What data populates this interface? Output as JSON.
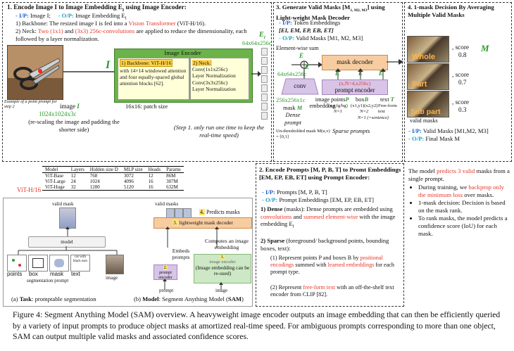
{
  "panel1": {
    "title": "1. Encode Image I to Image Embedding E",
    "title_sub": "I",
    "title_tail": " using Image Encoder:",
    "ip_label": "- I/P:",
    "ip_value": " Image I;",
    "op_label": "- O/P:",
    "op_value": " Image Embedding E",
    "op_sub": "I",
    "item1_prefix": "1)  Backbone: The resized image I is fed into a ",
    "item1_red": "Vision Transformer",
    "item1_tail": " (ViT-H/16).",
    "item2_prefix": "2)  Neck: ",
    "item2_red1": "Two (1x1)",
    "item2_and": " and ",
    "item2_red2": "(3x3) 256c-convolutions",
    "item2_tail": " are applied to reduce the dimensionality, each followed by a layer normalization.",
    "photo_caption": "Example of a point prompt for step 2",
    "image_label": "image",
    "image_I": "I",
    "image_size": "1024x1024x3c",
    "image_note": "(re-scaling the image and padding the shorter side)",
    "arrow_I": "I",
    "encoder_title": "Image Encoder",
    "backbone_title": "1) Backbone: ViT-H/16",
    "backbone_desc": "with 14×14 windowed attention and four equally-spaced global attention blocks [62].",
    "neck_title": "2) Neck:",
    "neck_l1": "Conv(1x1x256c)",
    "neck_l2": "Layer Normalization",
    "neck_l3": "Conv(3x3x256c)",
    "neck_l4": "Layer Normalization",
    "patch_size": "16x16: patch size",
    "step_note": "(Step 1. only run one time to keep the real-time speed)",
    "EI_label": "E",
    "EI_sub": "I",
    "emb_size": "64x64x256c"
  },
  "table": {
    "headers": [
      "Model",
      "Layers",
      "Hidden size D",
      "MLP size",
      "Heads",
      "Params"
    ],
    "rows": [
      [
        "ViT-Base",
        "12",
        "768",
        "3072",
        "12",
        "86M"
      ],
      [
        "ViT-Large",
        "24",
        "1024",
        "4096",
        "16",
        "307M"
      ],
      [
        "ViT-Huge",
        "32",
        "1280",
        "5120",
        "16",
        "632M"
      ]
    ],
    "highlight": "ViT-H/16"
  },
  "panel3": {
    "title": "3. Generate Valid Masks [M",
    "title_tail": "] using Light-weight Mask Decoder",
    "title_subs": "1, M2, M3",
    "ip_label": "- I/P:",
    "ip_value": " Token Embeddings",
    "ip_vars": "[E",
    "ip_vars_full": "[EI, EM, EP, EB, ET]",
    "op_label": "- O/P:",
    "op_value": " Valid Masks [M1, M2, M3]",
    "elementwise": "Element-wise sum",
    "mask_decoder": "mask decoder",
    "prompt_encoder": "prompt encoder",
    "prompt_dims": "(x,N=4,x256c)",
    "emb_size_bottom": "64x64x256c",
    "conv": "conv",
    "conv_dims": "256x256x1c",
    "mask_label": "mask",
    "mask_M": "M",
    "dense": "Dense",
    "dense_sub": "prompt",
    "unthresholded": "Un-thresholded mask M(u,v) = [0,1]",
    "image_embedding": "image embedding",
    "points": "points",
    "points_P": "P",
    "points_desc": "(x,y,fg/bg)",
    "points_N": "N=1",
    "box": "box",
    "box_B": "B",
    "box_desc": "(x1,y1)(x2,y2)",
    "box_N": "N=2",
    "text": "text",
    "text_T": "T",
    "text_desc": "Free-form text",
    "text_N": "N=1 (=sentence)",
    "sparse": "Sparse prompts",
    "EI": "E",
    "EM": "E",
    "EP": "E",
    "EB": "E",
    "ET": "E"
  },
  "panel4": {
    "title": "4. 1-mask Decision By Averaging Multiple Valid Masks",
    "m1": "M",
    "m2": "M",
    "m3": "M",
    "m_main": "M",
    "whole": "Whole",
    "part": "Part",
    "subpart": "Sub part",
    "score_label": ", score",
    "score1": "0.8",
    "score2": "0.7",
    "score3": "0.3",
    "valid_masks": "valid masks",
    "ip_label": "- I/P:",
    "ip_value": " Valid Masks [M1,M2, M3]",
    "op_label": "- O/P:",
    "op_value": " Final Mask M",
    "desc_prefix": "The model ",
    "desc_red": "predicts 3 valid",
    "desc_tail": " masks from a single prompt.",
    "b1_prefix": "During training, we ",
    "b1_red": "backprop only the minimum loss",
    "b1_tail": " over masks.",
    "b2": "1-mask decision: Decision is based on the mask rank.",
    "b3": "To rank masks, the model predicts a confidence score (IoU) for each mask."
  },
  "panel2": {
    "title": "2. Encode Prompts [M, P, B, T] to Promt Embeddings [EM, EP, EB, ET] using Prompt Encoder:",
    "ip_label": "- I/P:",
    "ip_value": " Prompts [M, P, B, T]",
    "op_label": "- O/P:",
    "op_value": " Prompt Embeddings [EM, EP, EB, ET]",
    "dense_head": "1) Dense",
    "dense_prefix": " (masks): Dense prompts are embedded using ",
    "dense_red1": "convolutions",
    "dense_mid": " and ",
    "dense_red2": "summed element-wise",
    "dense_tail": " with the image embedding E",
    "dense_sub": "I",
    "sparse_head": "2) Sparse",
    "sparse_desc": " (foreground/ background points, bounding boxes, text):",
    "s1_prefix": "(1) Represent points P and boxes B by ",
    "s1_red1": "positional encodings",
    "s1_mid": " summed with ",
    "s1_red2": "learned embeddings",
    "s1_tail": " for each prompt type.",
    "s2_prefix": "(2) Represent ",
    "s2_red": "free-form text",
    "s2_tail": " with an off-the-shelf text encoder from CLIP [82]."
  },
  "fig_a": {
    "valid_mask": "valid mask",
    "model": "model",
    "points": "points",
    "box": "box",
    "mask": "mask",
    "text_ex": "cat with black ears",
    "text": "text",
    "seg_prompt": "segmentation prompt",
    "image": "image",
    "caption_pre": "(a) ",
    "caption_b": "Task",
    "caption_tail": ": promptable segmentation"
  },
  "fig_b": {
    "valid_masks": "valid masks",
    "predicts": "Predicts masks",
    "num4": "4.",
    "num3": "3.",
    "decoder": "lightweight mask decoder",
    "embeds": "Embeds prompts",
    "computes": "Computes an image embedding",
    "num1": "1.",
    "num2": "2.",
    "prompt_encoder": "prompt encoder",
    "image_encoder": "image encoder",
    "reuse": "(Image embedding can be re-used)",
    "prompt": "prompt",
    "image": "image",
    "caption_pre": "(b) ",
    "caption_b": "Model",
    "caption_mid": ": Segment Anything Model (",
    "caption_b2": "SAM",
    "caption_tail": ")"
  },
  "caption": {
    "text": "Figure 4: Segment Anything Model (SAM) overview. A heavyweight image encoder outputs an image embedding that can then be efficiently queried by a variety of input prompts to produce object masks at amortized real-time speed. For ambiguous prompts corresponding to more than one object, SAM can output multiple valid masks and associated confidence scores."
  },
  "colors": {
    "blue": "#1f5fd0",
    "green": "#2f9a2f",
    "red": "#e8352a",
    "encoder_green": "#6bb34a",
    "decoder_orange": "#f7cca0",
    "prompt_purple": "#d7c4e7"
  }
}
